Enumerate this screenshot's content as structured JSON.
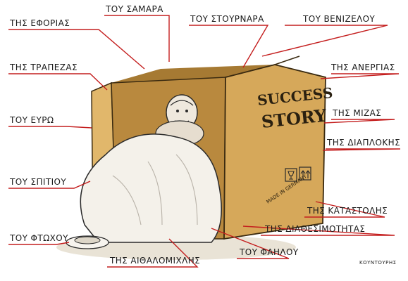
{
  "labels": {
    "eforias": "ΤΗΣ ΕΦΟΡΙΑΣ",
    "samara": "ΤΟΥ ΣΑΜΑΡΑ",
    "stournara": "ΤΟΥ ΣΤΟΥΡΝΑΡΑ",
    "venizelou": "ΤΟΥ ΒΕΝΙΖΕΛΟΥ",
    "trapezas": "ΤΗΣ ΤΡΑΠΕΖΑΣ",
    "anergias": "ΤΗΣ ΑΝΕΡΓΙΑΣ",
    "evro": "ΤΟΥ ΕΥΡΩ",
    "mizas": "ΤΗΣ ΜΙΖΑΣ",
    "diaplokis": "ΤΗΣ ΔΙΑΠΛΟΚΗΣ",
    "spitiou": "ΤΟΥ ΣΠΙΤΙΟΥ",
    "katastolis": "ΤΗΣ ΚΑΤΑΣΤΟΛΗΣ",
    "diathesimotitas": "ΤΗΣ ΔΙΑΘΕΣΙΜΟΤΗΤΑΣ",
    "ftochou": "ΤΟΥ ΦΤΩΧΟΥ",
    "fanlou": "ΤΟΥ ΦΑΗΛΟΥ",
    "aithalomichlis": "ΤΗΣ ΑΙΘΑΛΟΜΙΧΛΗΣ"
  },
  "box": {
    "print_line1": "SUCCESS",
    "print_line2": "STORY",
    "made_in": "MADE IN GERMANY"
  },
  "signature": "ΚΟΥΝΤΟΥΡΗΣ",
  "colors": {
    "box_front": "#d6a85a",
    "box_side": "#c28f3f",
    "box_flap": "#e1b76b",
    "box_inside": "#b9893e",
    "leader_line": "#c41e1e",
    "blanket": "#f4f1ea"
  },
  "icons": [
    "fragile-glass-icon",
    "this-way-up-arrows-icon",
    "begging-bowl-icon"
  ]
}
